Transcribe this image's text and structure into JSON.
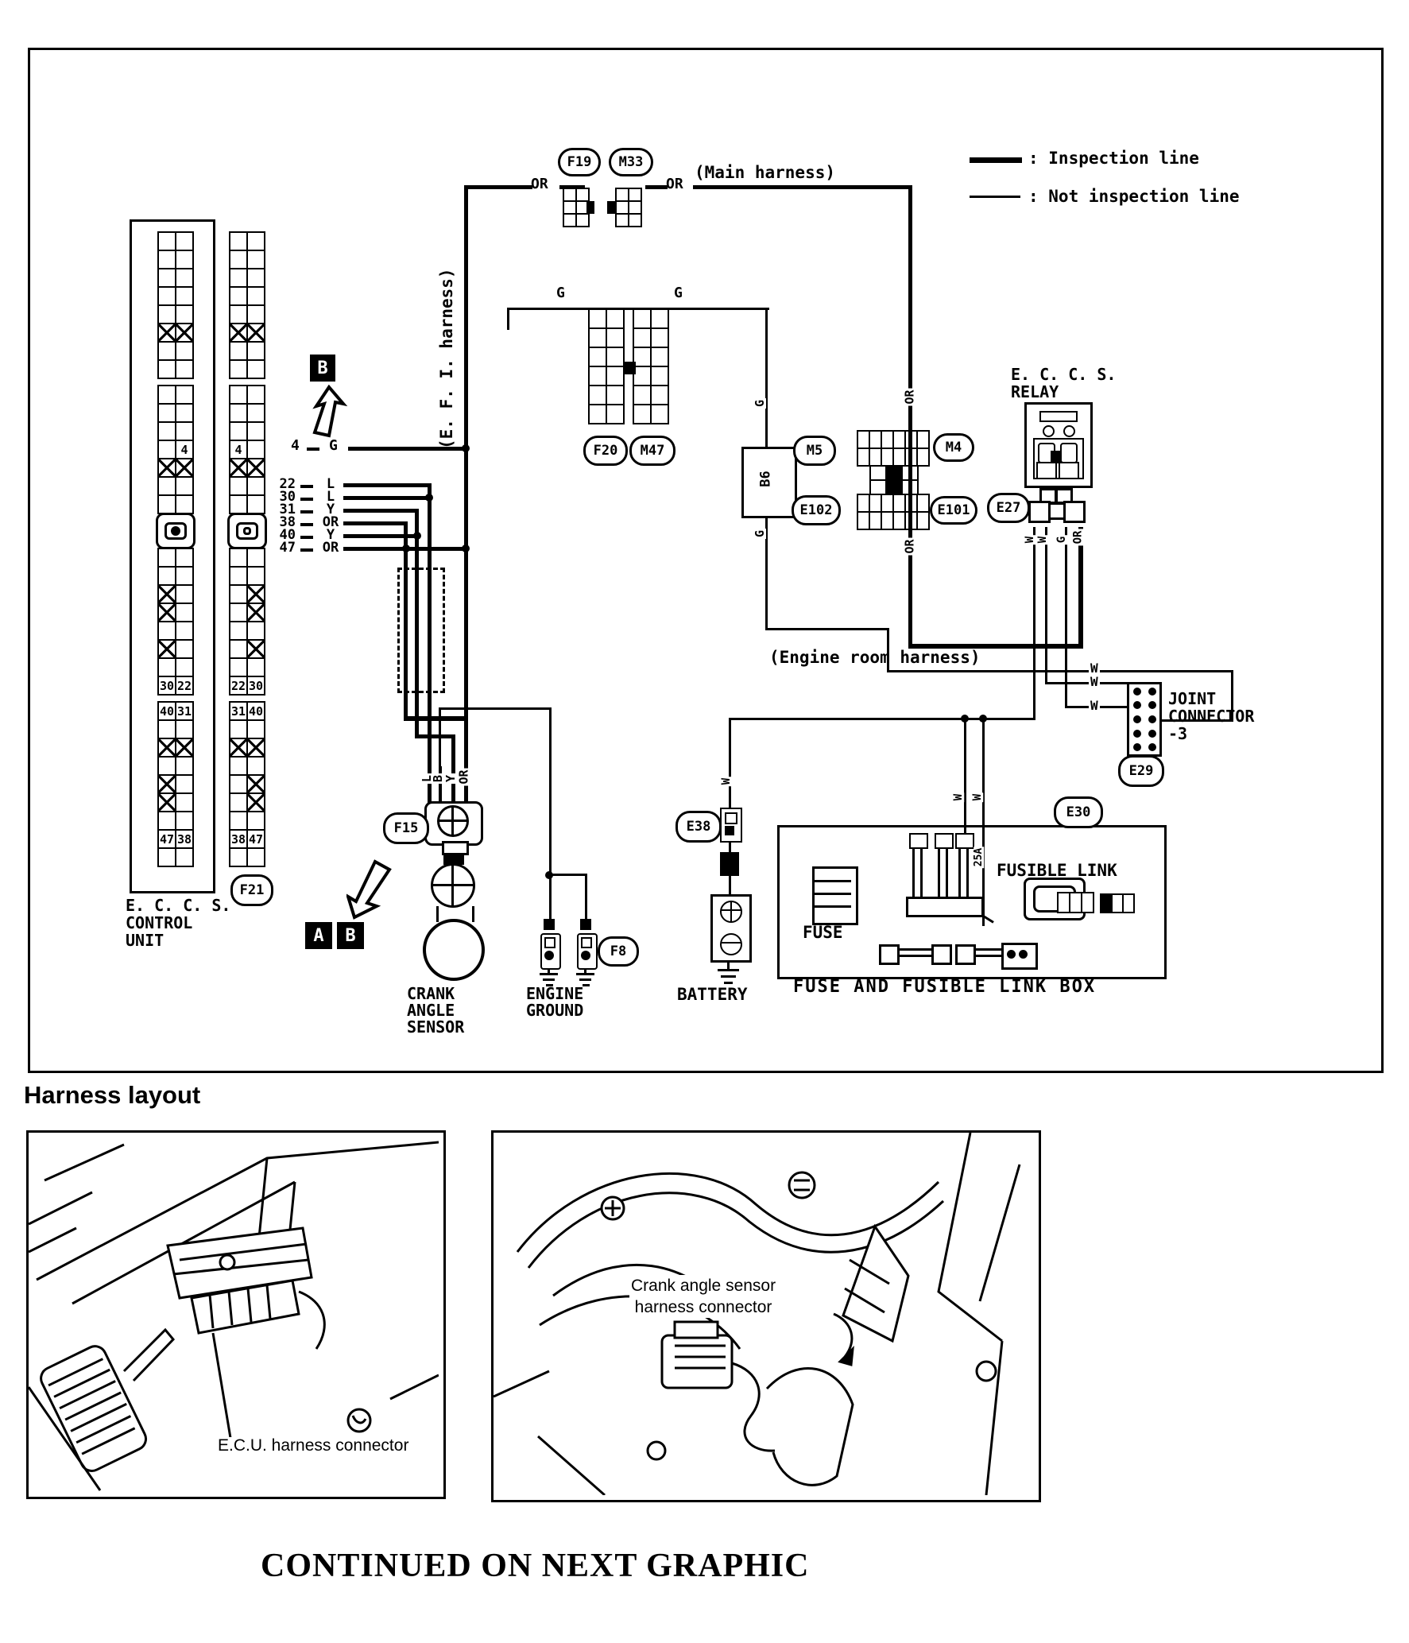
{
  "legend": {
    "inspection": ": Inspection line",
    "not_inspection": ": Not inspection line"
  },
  "harness_labels": {
    "main": "(Main harness)",
    "efi": "(E. F. I. harness)",
    "engine_room": "(Engine room harness)"
  },
  "connectors": {
    "f19": "F19",
    "m33": "M33",
    "f20": "F20",
    "m47": "M47",
    "m5": "M5",
    "m4": "M4",
    "e102": "E102",
    "e101": "E101",
    "e27": "E27",
    "e29": "E29",
    "e30": "E30",
    "e38": "E38",
    "f15": "F15",
    "f8": "F8",
    "f21": "F21",
    "b6": "B6"
  },
  "wires": {
    "or": "OR",
    "g": "G",
    "w": "W",
    "l": "L",
    "y": "Y",
    "b": "B",
    "amp": "25A"
  },
  "pins": {
    "p4": {
      "n": "4",
      "c": "G"
    },
    "list": [
      {
        "n": "22",
        "c": "L"
      },
      {
        "n": "30",
        "c": "L"
      },
      {
        "n": "31",
        "c": "Y"
      },
      {
        "n": "38",
        "c": "OR"
      },
      {
        "n": "40",
        "c": "Y"
      },
      {
        "n": "47",
        "c": "OR"
      }
    ]
  },
  "sensor_wires": [
    "L",
    "B",
    "Y",
    "OR"
  ],
  "markers": {
    "a": "A",
    "b": "B"
  },
  "texts": {
    "eccs_relay": [
      "E. C. C. S.",
      "RELAY"
    ],
    "joint_connector": [
      "JOINT",
      "CONNECTOR",
      "-3"
    ],
    "control_unit": [
      "E. C. C. S.",
      "CONTROL",
      "UNIT"
    ],
    "crank_sensor": [
      "CRANK",
      "ANGLE",
      "SENSOR"
    ],
    "engine_ground": [
      "ENGINE",
      "GROUND"
    ],
    "battery": "BATTERY",
    "fuse": "FUSE",
    "fusible_link": "FUSIBLE LINK",
    "fuse_box": "FUSE AND FUSIBLE LINK BOX"
  },
  "control_unit_grids": {
    "left_rows": [
      "pp",
      "pp",
      "pp",
      "pp",
      "pp",
      "xx",
      "pp",
      "pp",
      "sep",
      "pp",
      "pp",
      "pp",
      "n:,4",
      "xx",
      "pp",
      "pp",
      "sockF",
      "pp",
      "pp",
      "xl",
      "xl",
      "pp",
      "xl",
      "pp",
      "n:30,22",
      "sep",
      "n:40,31",
      "pp",
      "xx",
      "pp",
      "xl",
      "xl",
      "pp",
      "n:47,38",
      "pp"
    ],
    "right_rows": [
      "pp",
      "pp",
      "pp",
      "pp",
      "pp",
      "xx",
      "pp",
      "pp",
      "sep",
      "pp",
      "pp",
      "pp",
      "n:4,",
      "xx",
      "pp",
      "pp",
      "sockH",
      "pp",
      "pp",
      "xr",
      "xr",
      "pp",
      "xr",
      "pp",
      "n:22,30",
      "sep",
      "n:31,40",
      "pp",
      "xx",
      "pp",
      "xr",
      "xr",
      "pp",
      "n:38,47",
      "pp"
    ]
  },
  "harness_layout": {
    "title": "Harness layout",
    "left_caption": "E.C.U. harness connector",
    "right_caption": [
      "Crank angle sensor",
      "harness connector"
    ]
  },
  "footer": "CONTINUED ON NEXT GRAPHIC"
}
